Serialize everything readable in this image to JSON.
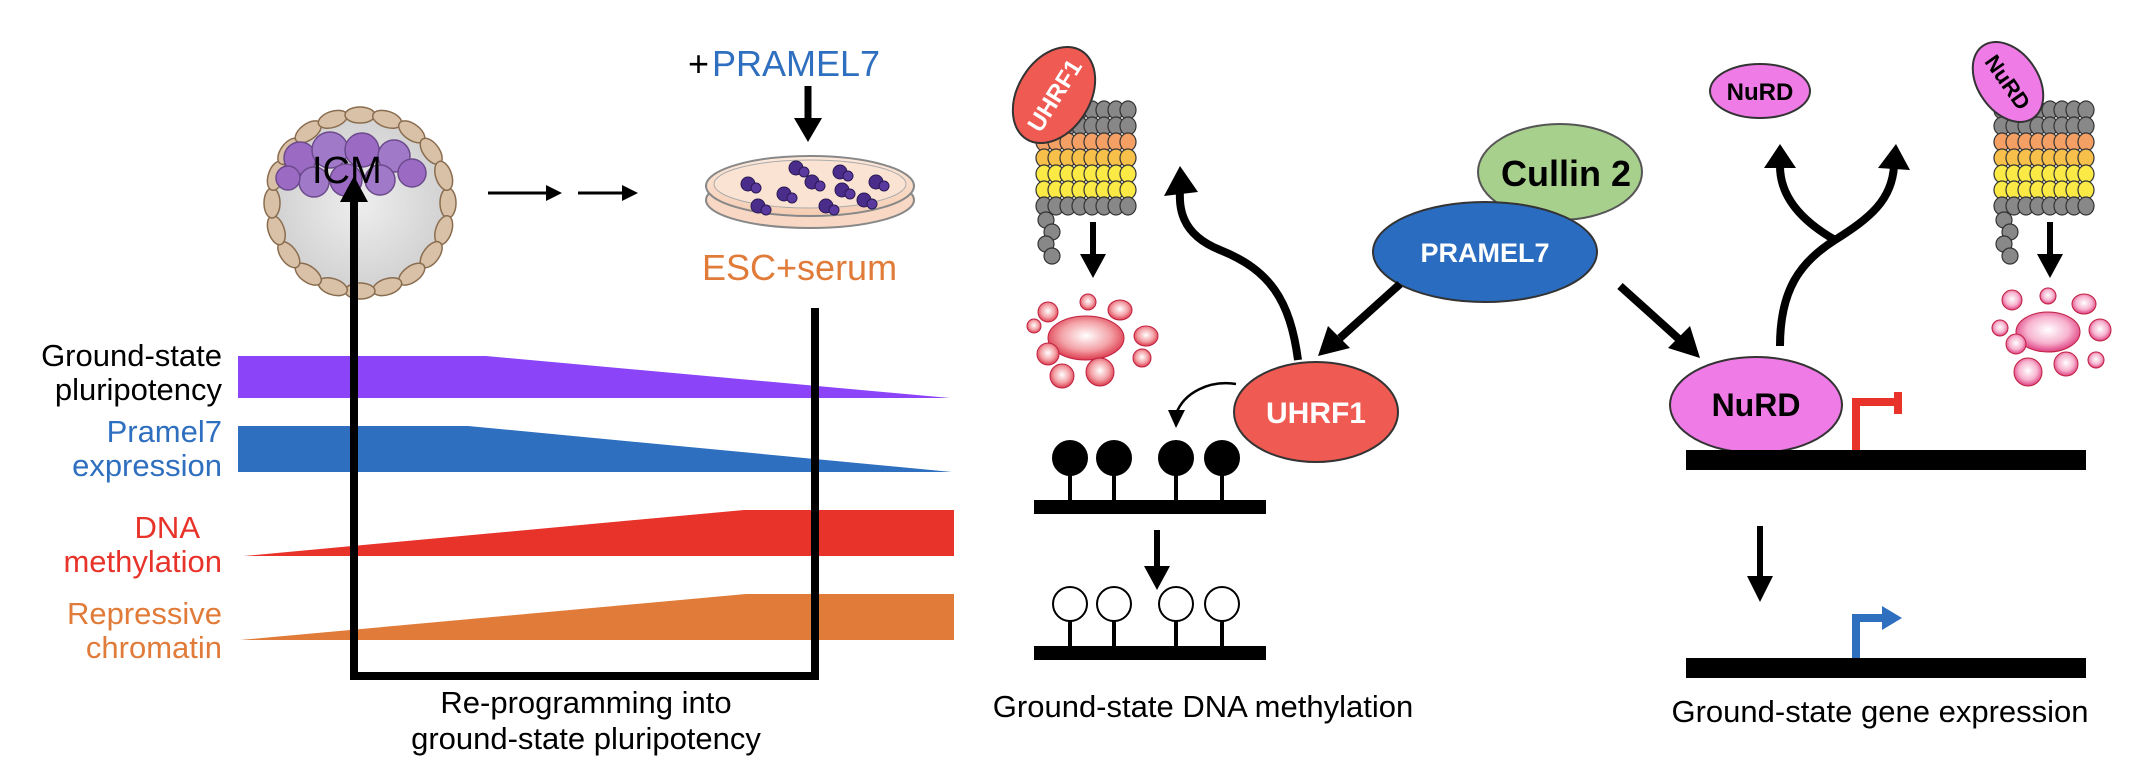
{
  "figure": {
    "left": {
      "top_label_plus": "+",
      "top_label_gene": "PRAMEL7",
      "icm_label": "ICM",
      "culture_label": "ESC+serum",
      "bottom_caption_line1": "Re-programming into",
      "bottom_caption_line2": "ground-state pluripotency",
      "tracks": [
        {
          "line1": "Ground-state",
          "line2": "pluripotency",
          "color": "#8b44f7"
        },
        {
          "line1": "Pramel7",
          "line2": "expression",
          "color": "#2f6fbf"
        },
        {
          "line1": "DNA",
          "line2": "methylation",
          "color": "#e8332a"
        },
        {
          "line1": "Repressive",
          "line2": "chromatin",
          "color": "#e07b39"
        }
      ]
    },
    "middle": {
      "uhrf1_tilted": "UHRF1",
      "uhrf1_main": "UHRF1",
      "caption": "Ground-state DNA methylation"
    },
    "center": {
      "cullin": "Cullin 2",
      "pramel7": "PRAMEL7"
    },
    "right": {
      "nurd_top": "NuRD",
      "nurd_tilted": "NuRD",
      "nurd_main": "NuRD",
      "caption": "Ground-state gene expression"
    },
    "colors": {
      "purple": "#8b44f7",
      "blue": "#2f6fbf",
      "red": "#e8332a",
      "orange": "#e07b39",
      "uhrf1": "#ef5a52",
      "nurd": "#ee7be6",
      "pramel7": "#2a6cc0",
      "cullin": "#a8d08d"
    }
  }
}
